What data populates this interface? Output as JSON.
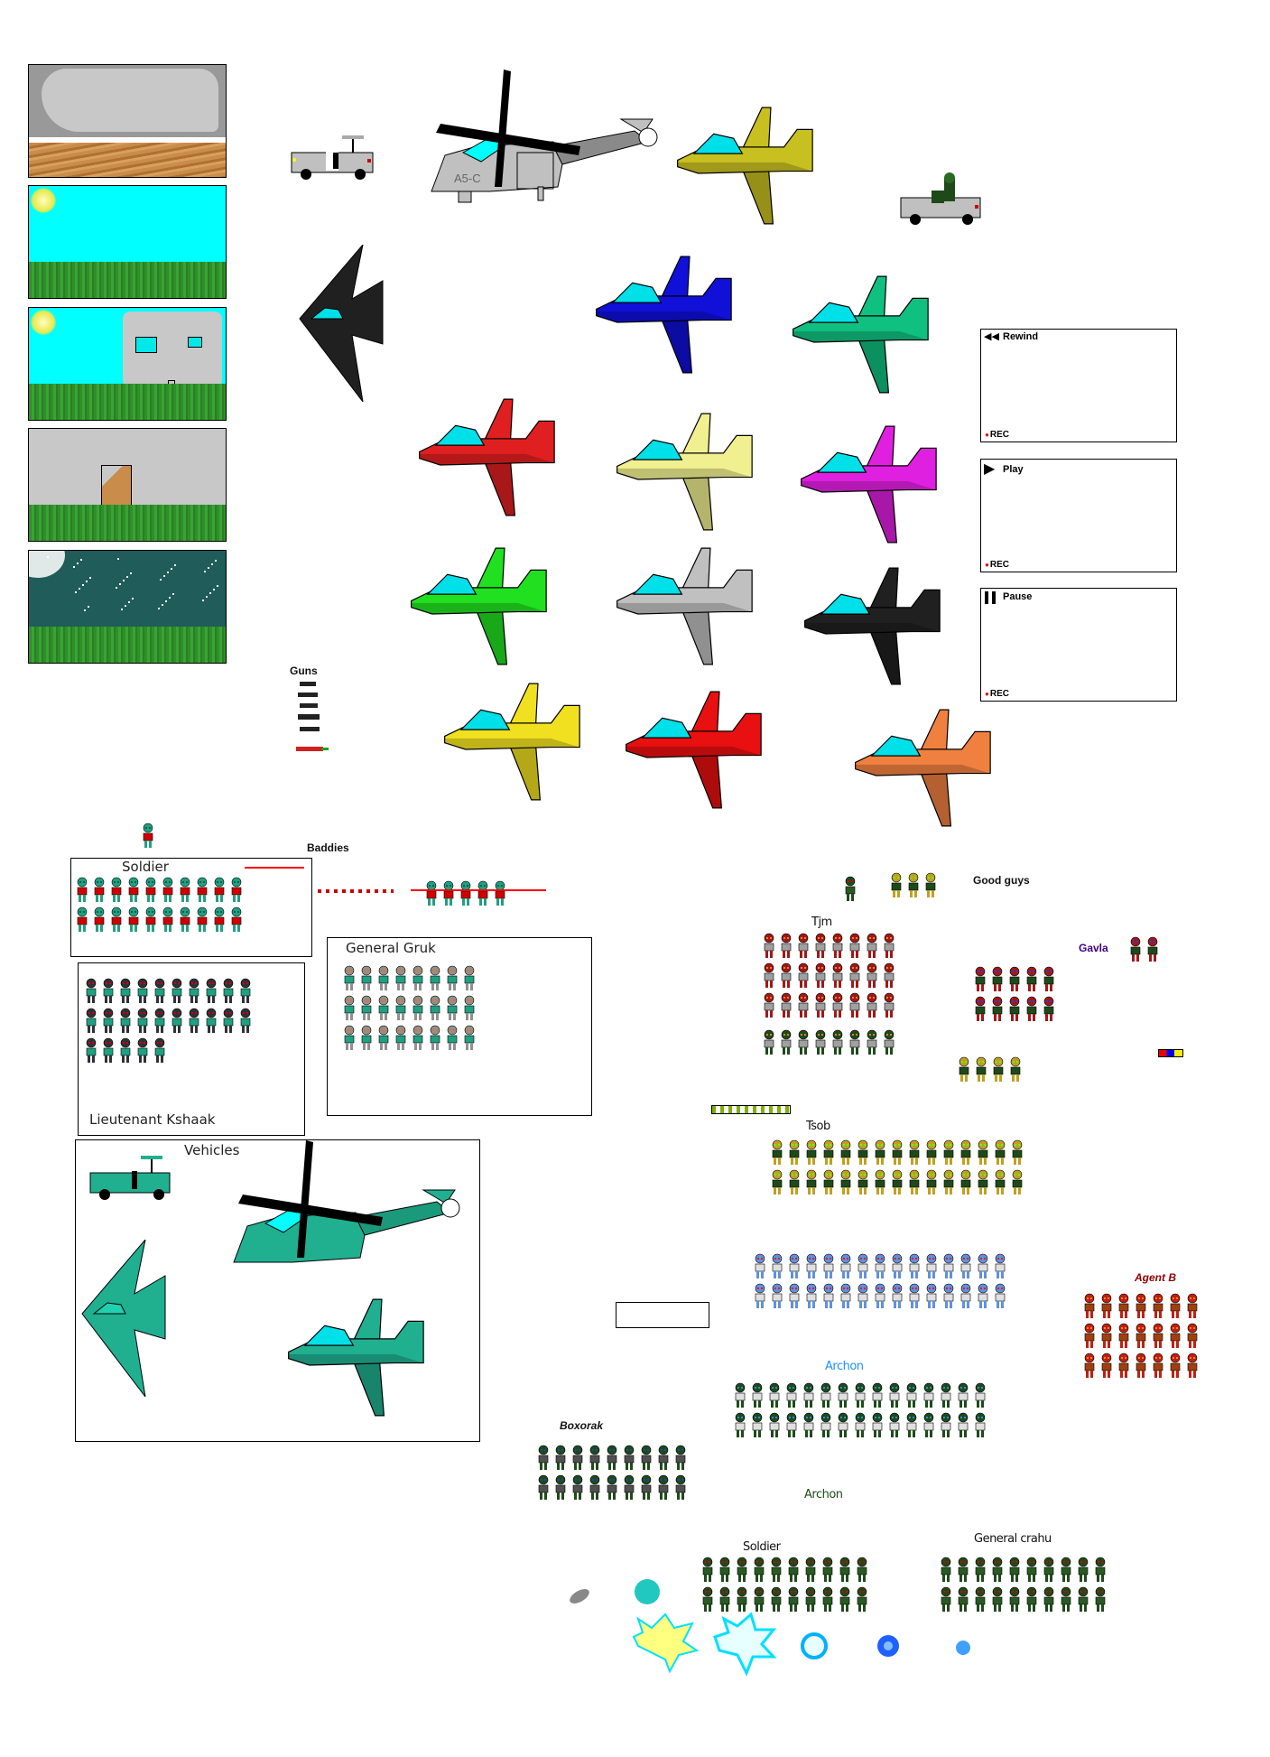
{
  "backgrounds": [
    {
      "name": "desert",
      "sky": "#c8c8c8",
      "ground": "#c98c4a"
    },
    {
      "name": "grass-day",
      "sky": "#00ffff",
      "ground": "#2f8f2a"
    },
    {
      "name": "grass-building",
      "sky": "#00ffff",
      "ground": "#2f8f2a"
    },
    {
      "name": "grey-wall-door",
      "sky": "#c8c8c8",
      "ground": "#2f8f2a"
    },
    {
      "name": "night-stars",
      "sky": "#1f5c5a",
      "ground": "#2f8f2a"
    }
  ],
  "vehicles": {
    "helicopter_label": "A5-C",
    "planes": [
      {
        "color": "#c8c020"
      },
      {
        "color": "#1010d8"
      },
      {
        "color": "#10c080"
      },
      {
        "color": "#e02020"
      },
      {
        "color": "#f0f090"
      },
      {
        "color": "#e020e0"
      },
      {
        "color": "#20e020"
      },
      {
        "color": "#c0c0c0"
      },
      {
        "color": "#202020"
      },
      {
        "color": "#f0e020"
      },
      {
        "color": "#e81010"
      },
      {
        "color": "#f08040"
      }
    ],
    "box_plane_color": "#20b090"
  },
  "recorder": [
    {
      "icon": "rewind-icon",
      "label": "Rewind",
      "rec": "REC"
    },
    {
      "icon": "play-icon",
      "label": "Play",
      "rec": "REC"
    },
    {
      "icon": "pause-icon",
      "label": "Pause",
      "rec": "REC"
    }
  ],
  "labels": {
    "guns": "Guns",
    "baddies": "Baddies",
    "soldier_box": "Soldier",
    "general_gruk": "General Gruk",
    "lieutenant": "Lieutenant Kshaak",
    "vehicles_box": "Vehicles",
    "good_guys": "Good guys",
    "tjm": "Tjm",
    "gavla": "Gavla",
    "tsob": "Tsob",
    "archon_1": "Archon",
    "agent_b": "Agent B",
    "archon_2": "Archon",
    "boxorak": "Boxorak",
    "soldier_2": "Soldier",
    "general_crahu": "General crahu"
  },
  "palettes": {
    "baddie_soldier": [
      "#20a080",
      "#d00000",
      "#106050"
    ],
    "kshaak": [
      "#303038",
      "#20a080",
      "#d00000"
    ],
    "gruk": [
      "#909090",
      "#20a080",
      "#f07000"
    ],
    "tjm": [
      "#a01818",
      "#a0a0a0",
      "#f08020"
    ],
    "tjm_green": [
      "#1e4a1a",
      "#a0a0a0",
      "#f08020"
    ],
    "gavla": [
      "#a01818",
      "#1e4a1a",
      "#2040ff"
    ],
    "tsob": [
      "#c0a020",
      "#1e4a1a",
      "#60ff20"
    ],
    "archon_blue": [
      "#6090e0",
      "#e0e0e0",
      "#e02020"
    ],
    "archon_green": [
      "#1e4a1a",
      "#e0e0e0",
      "#2090ff"
    ],
    "agent_b": [
      "#c02010",
      "#a04010",
      "#ff8020"
    ],
    "boxorak": [
      "#1e4a1a",
      "#505050",
      "#2040c0"
    ],
    "crahu": [
      "#1e4a1a",
      "#2a5a24",
      "#d00000"
    ]
  },
  "colors": {
    "cockpit": "#00e0e8",
    "laser": "#ff0000",
    "rec_dot": "#ff0000",
    "gavla_label": "#400080",
    "archon_label": "#2090ff",
    "agent_b_label": "#900000"
  }
}
